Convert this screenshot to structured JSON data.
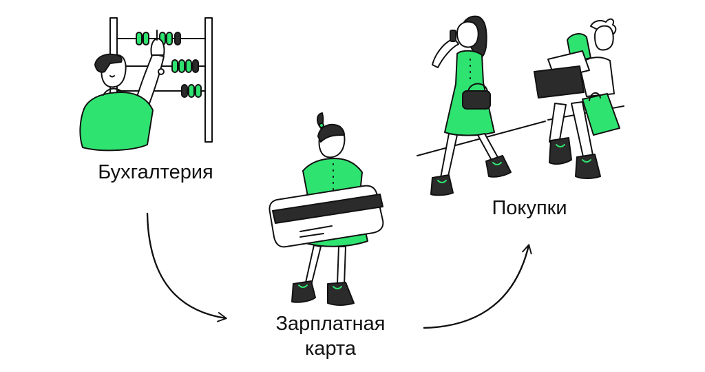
{
  "steps": {
    "accounting": {
      "label": "Бухгалтерия"
    },
    "salary_card": {
      "line1": "Зарплатная",
      "line2": "карта"
    },
    "shopping": {
      "label": "Покупки"
    }
  },
  "colors": {
    "accent": "#2fe370",
    "ink": "#111111",
    "dark": "#2b2b2b",
    "background": "#ffffff"
  },
  "illustrations": {
    "accounting": "man-with-abacus-illustration",
    "salary_card": "woman-carrying-bank-card-illustration",
    "shopping": "shoppers-with-bags-illustration"
  },
  "connectors": [
    "arrow-accounting-to-card",
    "arrow-card-to-shopping"
  ]
}
